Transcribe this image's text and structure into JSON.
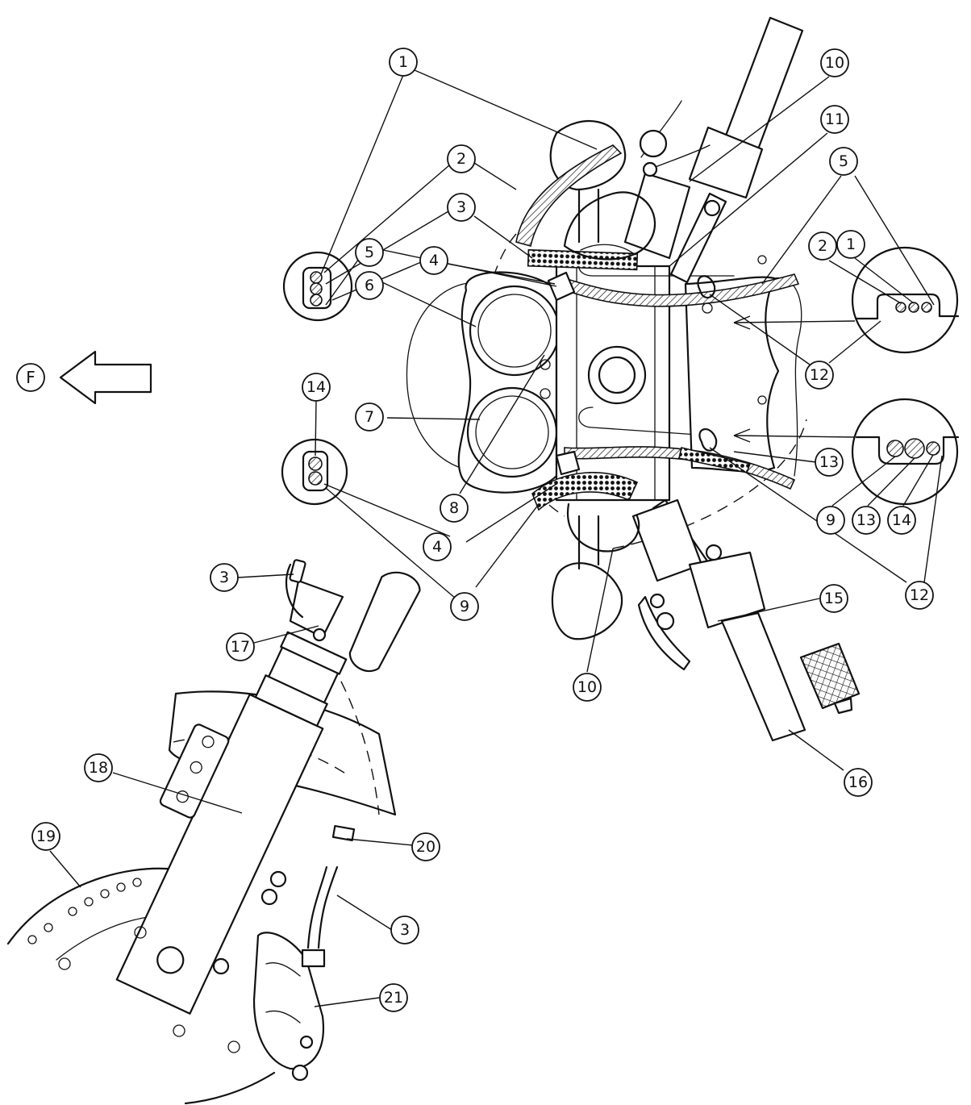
{
  "direction_label": "F",
  "callouts": [
    "1",
    "2",
    "3",
    "4",
    "5",
    "6",
    "7",
    "8",
    "9",
    "10",
    "11",
    "12",
    "13",
    "14",
    "15",
    "16",
    "17",
    "18",
    "19",
    "20",
    "21"
  ]
}
